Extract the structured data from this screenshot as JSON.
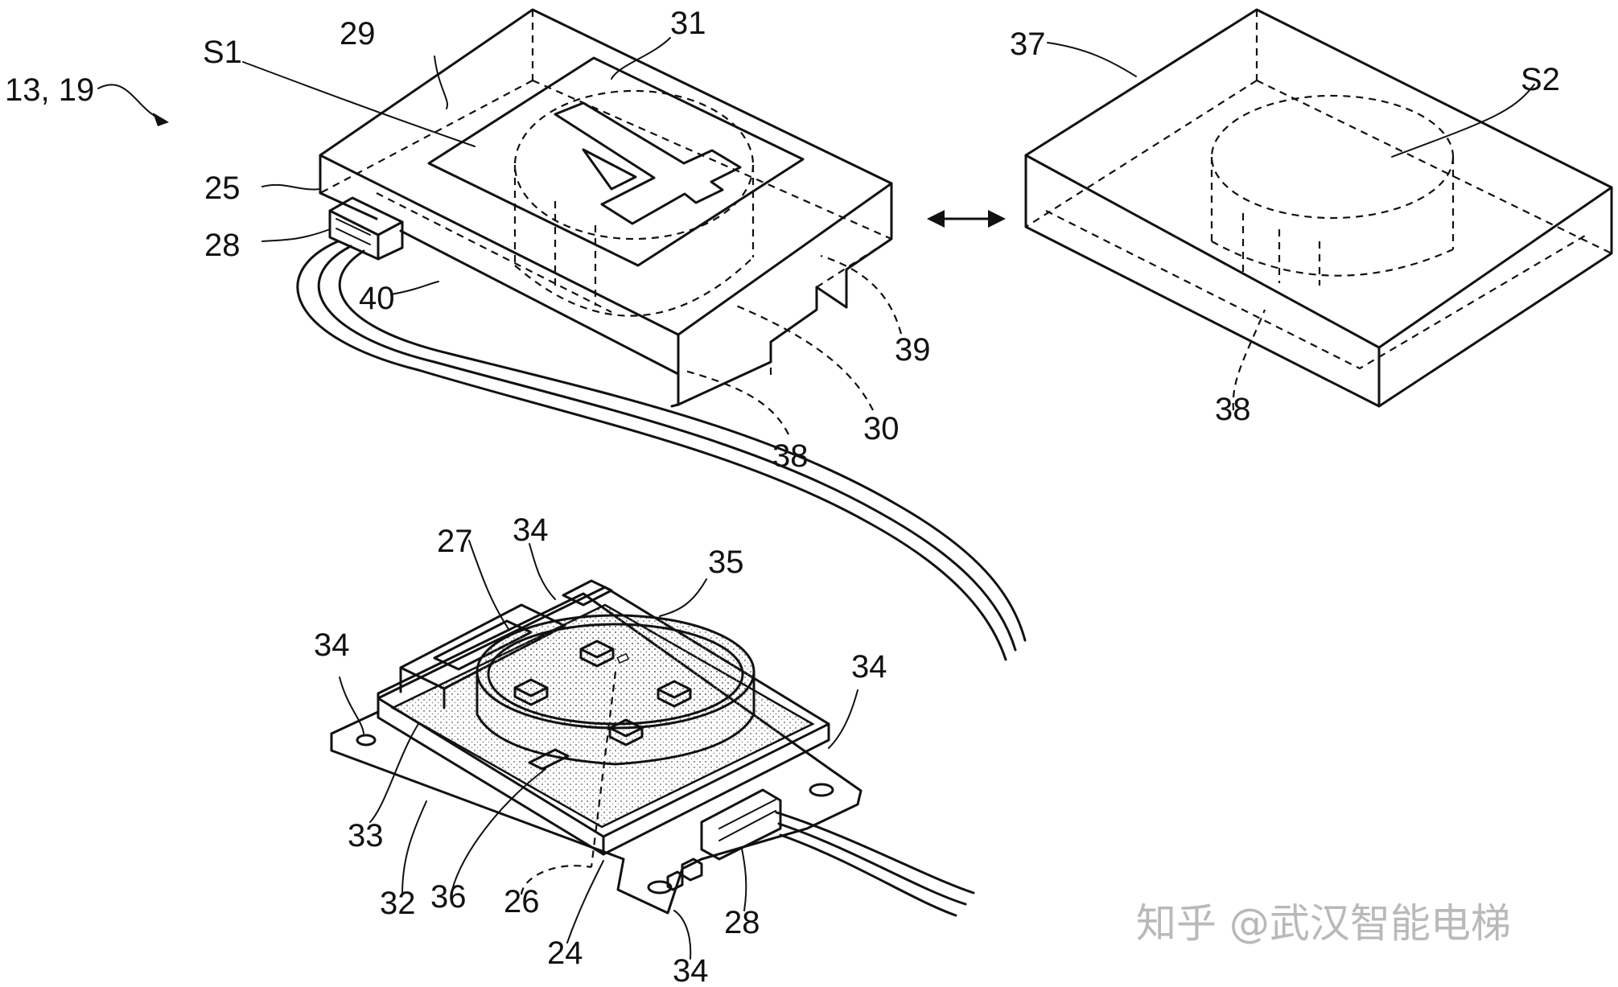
{
  "labels": {
    "assembly": "13, 19",
    "s1": "S1",
    "s2": "S2",
    "n29": "29",
    "n31": "31",
    "n25": "25",
    "n28_top": "28",
    "n40": "40",
    "n39": "39",
    "n30": "30",
    "n38_left": "38",
    "n37": "37",
    "n38_right": "38",
    "n27": "27",
    "n34_top": "34",
    "n35": "35",
    "n34_left": "34",
    "n34_right": "34",
    "n33": "33",
    "n32": "32",
    "n36": "36",
    "n26": "26",
    "n24": "24",
    "n28_bottom": "28",
    "n34_bottom": "34"
  },
  "symbols": {
    "digit": "4",
    "arrow": "double-headed-arrow"
  },
  "watermark": "知乎 @武汉智能电梯"
}
